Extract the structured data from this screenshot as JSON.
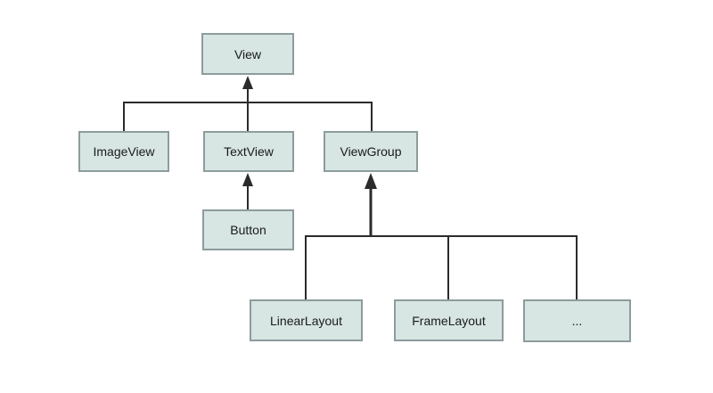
{
  "diagram": {
    "description": "Class hierarchy diagram of Android UI classes",
    "nodes": {
      "view": "View",
      "imageview": "ImageView",
      "textview": "TextView",
      "viewgroup": "ViewGroup",
      "button": "Button",
      "linearlayout": "LinearLayout",
      "framelayout": "FrameLayout",
      "ellipsis": "..."
    },
    "edges": [
      {
        "from": "ImageView",
        "to": "View",
        "style": "tree-line"
      },
      {
        "from": "TextView",
        "to": "View",
        "style": "arrow-up"
      },
      {
        "from": "ViewGroup",
        "to": "View",
        "style": "tree-line"
      },
      {
        "from": "Button",
        "to": "TextView",
        "style": "arrow-up"
      },
      {
        "from": "LinearLayout",
        "to": "ViewGroup",
        "style": "tree-line-to-arrow"
      },
      {
        "from": "FrameLayout",
        "to": "ViewGroup",
        "style": "tree-line-to-arrow"
      },
      {
        "from": "...",
        "to": "ViewGroup",
        "style": "tree-line-to-arrow"
      }
    ],
    "colors": {
      "bg": "#ffffff",
      "node_fill": "#d7e6e3",
      "node_border": "#8d9c9c",
      "line": "#2b2b2b",
      "text": "#1a1a1a"
    }
  }
}
